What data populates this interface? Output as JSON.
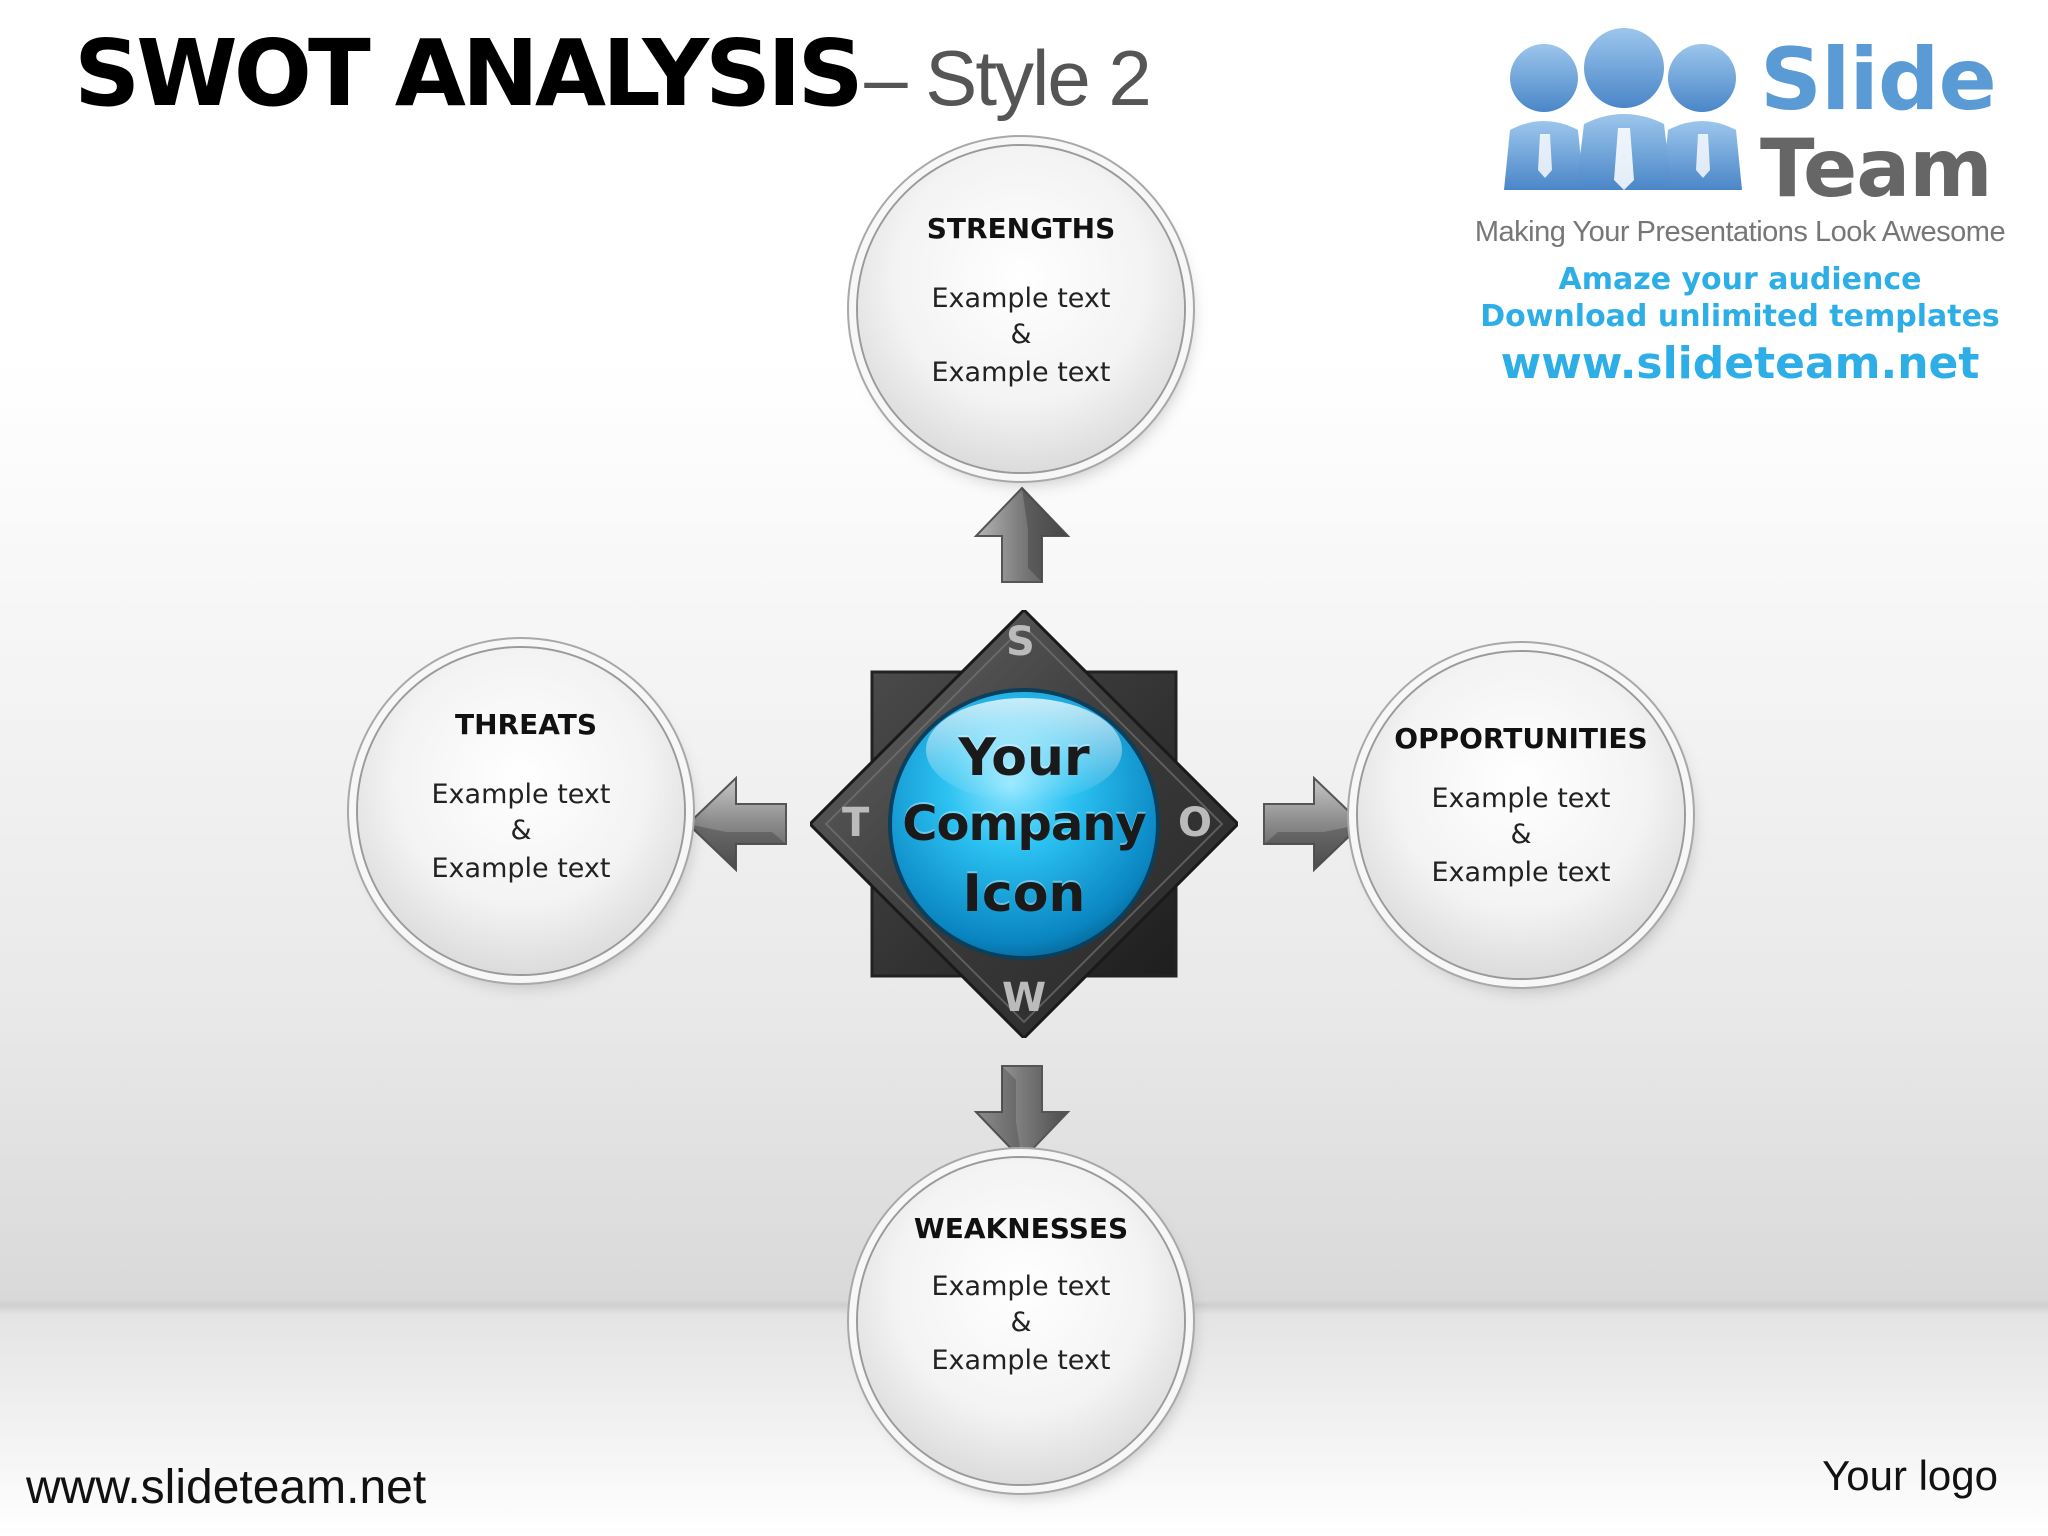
{
  "title": {
    "main": "SWOT ANALYSIS",
    "sub": "– Style 2"
  },
  "brand": {
    "name_line1": "Slide",
    "name_line2": "Team",
    "tagline": "Making Your Presentations Look Awesome",
    "promo_line1": "Amaze your audience",
    "promo_line2": "Download unlimited templates",
    "promo_url": "www.slideteam.net",
    "icon": "people-group-icon",
    "color_blue": "#5a9bd5",
    "color_gray": "#666666",
    "color_cyan": "#2eaee6"
  },
  "diagram": {
    "center": {
      "line1": "Your",
      "line2": "Company",
      "line3": "Icon",
      "color": "#19b5e8"
    },
    "letters": {
      "s": "S",
      "w": "W",
      "o": "O",
      "t": "T"
    },
    "nodes": {
      "strengths": {
        "heading": "STRENGTHS",
        "line1": "Example text",
        "amp": "&",
        "line2": "Example text"
      },
      "weaknesses": {
        "heading": "WEAKNESSES",
        "line1": "Example text",
        "amp": "&",
        "line2": "Example text"
      },
      "opportunities": {
        "heading": "OPPORTUNITIES",
        "line1": "Example text",
        "amp": "&",
        "line2": "Example text"
      },
      "threats": {
        "heading": "THREATS",
        "line1": "Example text",
        "amp": "&",
        "line2": "Example text"
      }
    },
    "arrow_icons": [
      "arrow-up-icon",
      "arrow-down-icon",
      "arrow-left-icon",
      "arrow-right-icon"
    ]
  },
  "footer": {
    "url": "www.slideteam.net",
    "logo": "Your logo"
  }
}
